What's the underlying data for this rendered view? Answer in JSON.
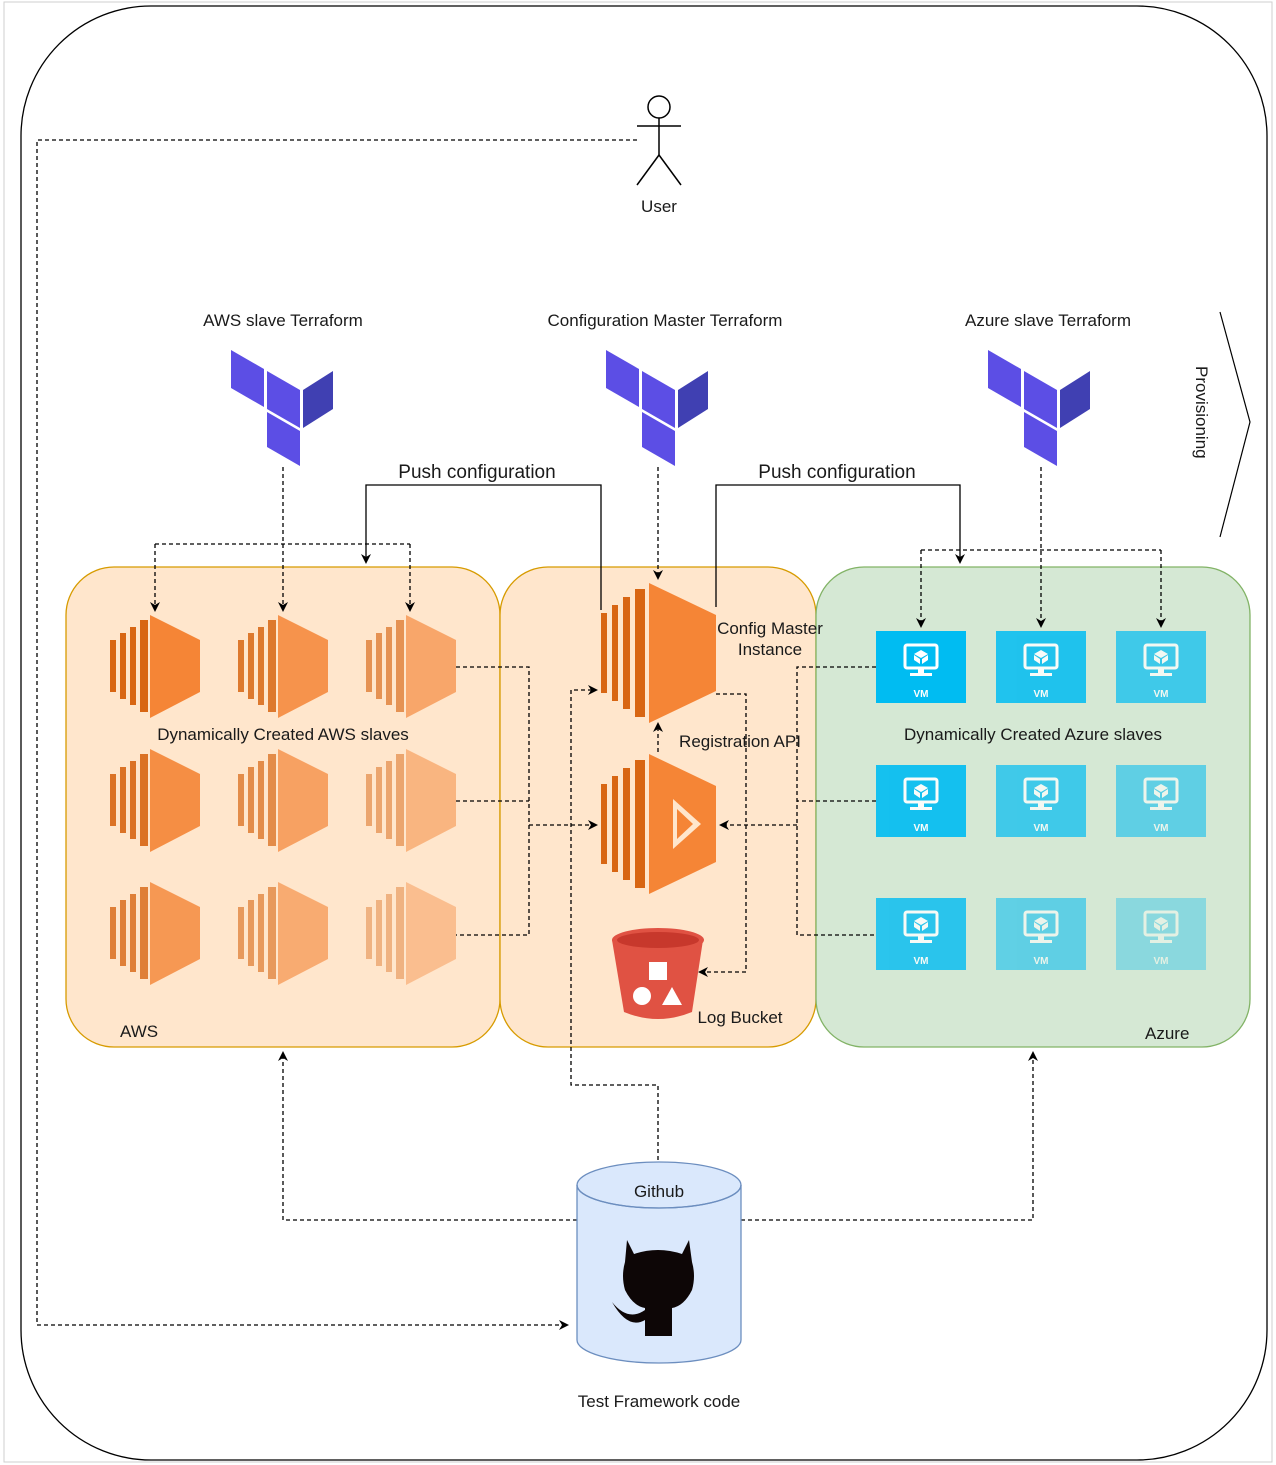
{
  "labels": {
    "user": "User",
    "provisioning": "Provisioning",
    "aws_tf": "AWS slave Terraform",
    "master_tf": "Configuration Master Terraform",
    "azure_tf": "Azure slave Terraform",
    "push_left": "Push configuration",
    "push_right": "Push configuration",
    "aws_slaves": "Dynamically Created AWS slaves",
    "azure_slaves": "Dynamically Created Azure slaves",
    "config_master_1": "Config Master",
    "config_master_2": "Instance",
    "registration_api": "Registration API",
    "log_bucket": "Log Bucket",
    "aws_zone": "AWS",
    "azure_zone": "Azure",
    "github": "Github",
    "test_code": "Test Framework code",
    "vm": "VM"
  },
  "colors": {
    "aws_zone_fill": "#ffe6cc",
    "aws_zone_stroke": "#d79b00",
    "azure_zone_fill": "#d5e8d4",
    "azure_zone_stroke": "#82b366",
    "ec2": "#f58536",
    "terraform": "#5c4ee5",
    "vm_blue": "#00bcf2",
    "bucket": "#e05243",
    "github_cyl": "#dae8fc",
    "github_stroke": "#6c8ebf"
  },
  "icons": {
    "terraform": "terraform-icon",
    "ec2": "ec2-instance-icon",
    "lambda": "lambda-icon",
    "s3": "s3-bucket-icon",
    "vm": "azure-vm-icon",
    "github": "github-octocat-icon",
    "user": "user-actor-icon"
  }
}
